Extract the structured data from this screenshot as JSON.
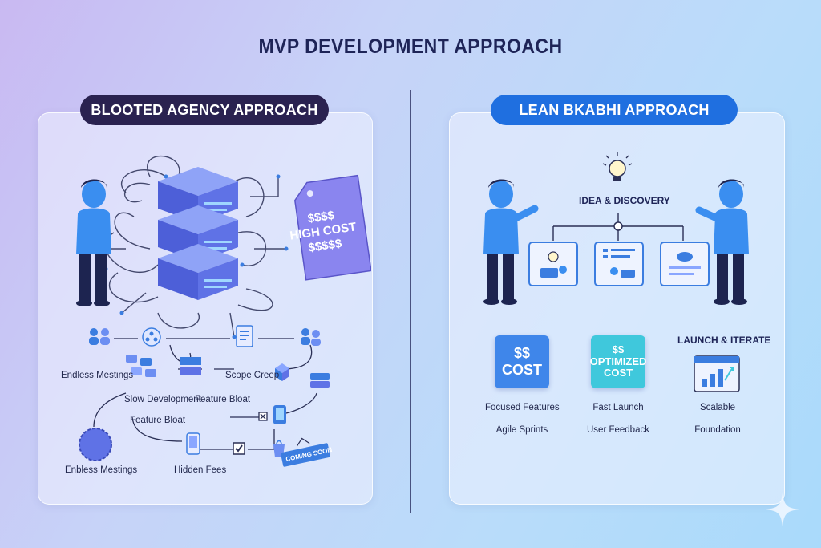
{
  "title": "MVP DEVELOPMENT APPROACH",
  "left": {
    "header": "BLOOTED AGENCY APPROACH",
    "price_tag": {
      "top": "$$$$",
      "middle": "HIGH COST",
      "bottom": "$$$$$"
    },
    "labels": {
      "endless_meetings_1": "Endless Mestings",
      "scope_creep": "Scope Creep",
      "slow_development": "Slow Development",
      "feature_bloat_1": "Feature Bloat",
      "feature_bloat_2": "Feature Bloat",
      "endless_meetings_2": "Enbless Mestings",
      "hidden_fees": "Hidden Fees",
      "coming_soon": "COMING SOON"
    }
  },
  "right": {
    "header": "LEAN BKABHI APPROACH",
    "idea": "IDEA & DISCOVERY",
    "launch": "LAUNCH & ITERATE",
    "cost_box": {
      "line1": "$$",
      "line2": "COST"
    },
    "optimized_box": {
      "line1": "$$",
      "line2": "OPTIMIZED",
      "line3": "COST"
    },
    "features": [
      {
        "line1": "Focused Features",
        "line2": "Agile Sprints"
      },
      {
        "line1": "Fast Launch",
        "line2": "User Feedback"
      },
      {
        "line1": "Scalable",
        "line2": "Foundation"
      }
    ]
  },
  "colors": {
    "navy": "#2a2250",
    "blue": "#1f6fe0",
    "cost_blue": "#3f86ea",
    "optimized_teal": "#3fc8dc",
    "tag_purple": "#8a85ef"
  }
}
